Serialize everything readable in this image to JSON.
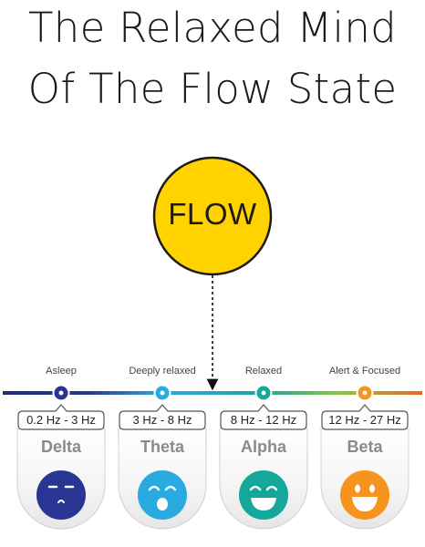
{
  "title": {
    "line1": "The Relaxed Mind",
    "line2": "Of The Flow State"
  },
  "flow": {
    "label": "FLOW",
    "color": "#FFD200"
  },
  "states": [
    {
      "label": "Asleep",
      "frequency": "0.2 Hz - 3 Hz",
      "wave": "Delta",
      "color": "#283593",
      "face": "sleeping-face-icon"
    },
    {
      "label": "Deeply relaxed",
      "frequency": "3 Hz - 8 Hz",
      "wave": "Theta",
      "color": "#29ABE2",
      "face": "relaxed-face-icon"
    },
    {
      "label": "Relaxed",
      "frequency": "8 Hz - 12 Hz",
      "wave": "Alpha",
      "color": "#14A79A",
      "face": "smiling-face-icon"
    },
    {
      "label": "Alert & Focused",
      "frequency": "12 Hz - 27 Hz",
      "wave": "Beta",
      "color": "#F7941D",
      "face": "grinning-face-icon"
    }
  ]
}
